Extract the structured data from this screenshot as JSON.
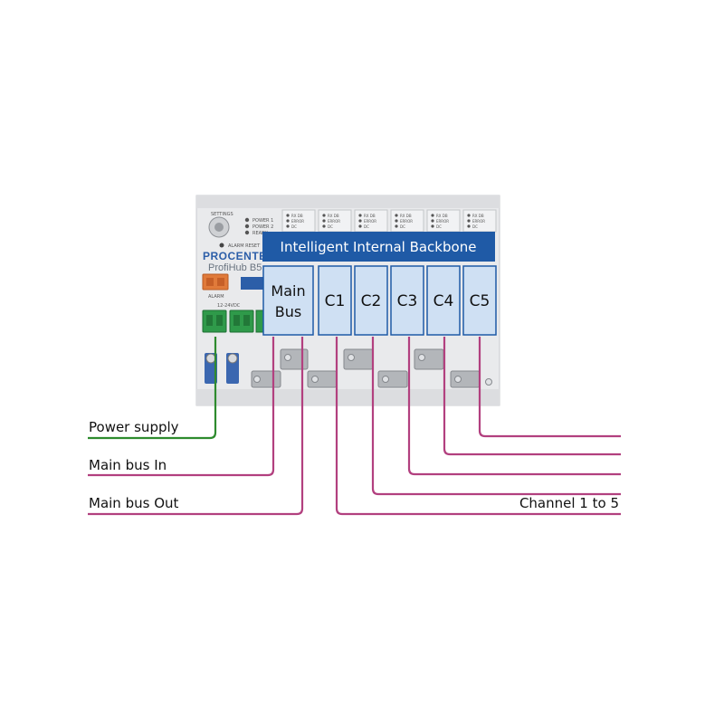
{
  "colors": {
    "backbone": "#1f5aa6",
    "module_fill": "#cfe0f3",
    "module_stroke": "#1f5aa6",
    "bus_line": "#b2407f",
    "power_line": "#2e8b2e",
    "housing": "#e9eaec",
    "connector_green": "#2f9a4a",
    "connector_orange": "#e07a3a"
  },
  "device": {
    "brand": "PROCENTEC",
    "model": "ProfiHub B5",
    "settings_label": "SETTINGS",
    "status_leds": [
      "POWER 1",
      "POWER 2",
      "READY"
    ],
    "alarm_reset_label": "ALARM RESET",
    "alarm_label": "ALARM",
    "power_label": "12-24VDC",
    "channel_led_labels": [
      "RX DB",
      "ERROR",
      "DC"
    ]
  },
  "backbone": {
    "label": "Intelligent Internal Backbone"
  },
  "modules": [
    {
      "line1": "Main",
      "line2": "Bus"
    },
    {
      "line1": "C1"
    },
    {
      "line1": "C2"
    },
    {
      "line1": "C3"
    },
    {
      "line1": "C4"
    },
    {
      "line1": "C5"
    }
  ],
  "labels": {
    "power_supply": "Power supply",
    "main_bus_in": "Main bus In",
    "main_bus_out": "Main bus Out",
    "channels": "Channel 1 to 5"
  }
}
